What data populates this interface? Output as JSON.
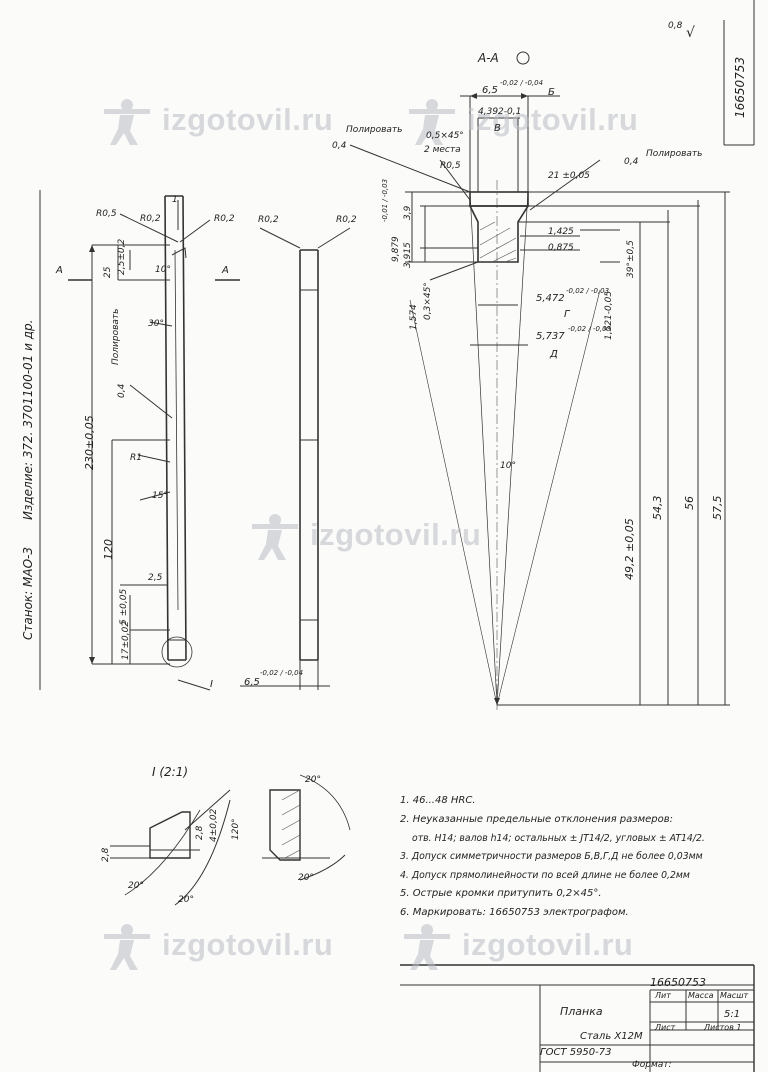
{
  "watermark": {
    "text": "izgotovil.ru"
  },
  "stamp": {
    "doc_code": "16650753",
    "part_name": "Планка",
    "scale": "5:1",
    "material_line1": "Сталь Х12М",
    "material_line2": "ГОСТ 5950-73",
    "format_label": "Формат:",
    "col_lit": "Лит",
    "col_mass": "Масса",
    "col_scale": "Масшт",
    "sheet_label": "Лист",
    "sheets_label": "Листов 1"
  },
  "corner_code": "16650753",
  "roughness": "0,8",
  "section_label": "А-А",
  "side_labels": {
    "machine": "Станок: МАО-3",
    "product": "Изделие: 372. 3701100-01 и др."
  },
  "detail_label": "I (2:1)",
  "detail_marker": "I",
  "cut_marker": "А",
  "dims": {
    "d230": "230±0,05",
    "d120": "120",
    "d25": "25",
    "d25b": "2,5±0,2",
    "d10deg": "10°",
    "d30": "30°",
    "d15deg": "15°",
    "dR1": "R1",
    "dR05": "R0,5",
    "dR02": "R0,2",
    "d1": "1",
    "d25c": "2,5",
    "d5": "5 ±0,05",
    "d17": "17±0,02",
    "d65": "6,5",
    "d65tol": "-0,02 / -0,04",
    "polish": "Полировать",
    "d04": "0,4",
    "a_65": "6,5",
    "a_65tol": "-0,02 / -0,04",
    "a_B": "Б",
    "a_4392": "4,392-0,1",
    "a_V": "В",
    "a_05x45": "0,5×45°",
    "a_2places": "2 места",
    "a_R05": "R0,5",
    "a_21": "21 ±0,05",
    "a_9879": "9,879",
    "a_9879tol": "-0,01 / -0,03",
    "a_39": "3,9",
    "a_3915": "3,915",
    "a_1425": "1,425",
    "a_0875": "0,875",
    "a_1574": "1,574",
    "a_03x45": "0,3×45°",
    "a_5472": "5,472",
    "a_5472tol": "-0,02 / -0,03",
    "a_G": "Г",
    "a_5737": "5,737",
    "a_5737tol": "-0,02 / -0,03",
    "a_D": "Д",
    "a_1521": "1,521-0,05",
    "a_39deg": "39°±0,5",
    "a_10deg": "10°",
    "a_492": "49,2 ±0,05",
    "a_543": "54,3",
    "a_56": "56",
    "a_575": "57,5",
    "i_20a": "20°",
    "i_20b": "20°",
    "i_20c": "20°",
    "i_20d": "20°",
    "i_120": "120°",
    "i_28": "2,8",
    "i_28b": "2,8",
    "i_4": "4±0,02"
  },
  "notes": [
    "1. 46...48 HRC.",
    "2. Неуказанные предельные отклонения размеров:",
    "отв. Н14; валов h14; остальных ± JT14/2, угловых ± AT14/2.",
    "3. Допуск симметричности размеров Б,В,Г,Д не более 0,03мм",
    "4. Допуск прямолинейности по всей длине не более 0,2мм",
    "5. Острые кромки притупить 0,2×45°.",
    "6. Маркировать: 16650753 электрографом."
  ]
}
